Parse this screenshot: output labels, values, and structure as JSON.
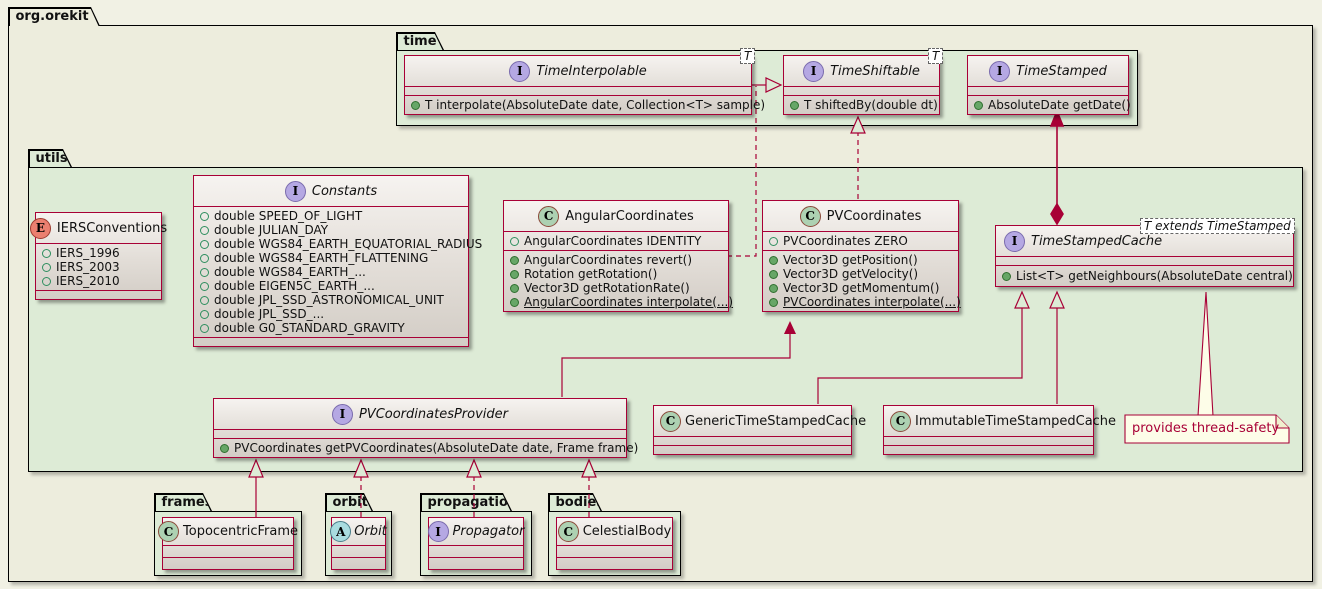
{
  "root": {
    "label": "org.orekit"
  },
  "packages": {
    "time": {
      "label": "time"
    },
    "utils": {
      "label": "utils"
    },
    "frames": {
      "label": "frames"
    },
    "orbits": {
      "label": "orbits"
    },
    "propagation": {
      "label": "propagation"
    },
    "bodies": {
      "label": "bodies"
    }
  },
  "classes": {
    "timeInterpolable": {
      "letter": "I",
      "name": "TimeInterpolable",
      "generic": "T",
      "methods": [
        "T interpolate(AbsoluteDate date, Collection<T> sample)"
      ]
    },
    "timeShiftable": {
      "letter": "I",
      "name": "TimeShiftable",
      "generic": "T",
      "methods": [
        "T shiftedBy(double dt)"
      ]
    },
    "timeStamped": {
      "letter": "I",
      "name": "TimeStamped",
      "methods": [
        "AbsoluteDate getDate()"
      ]
    },
    "iersConventions": {
      "letter": "E",
      "name": "IERSConventions",
      "fields": [
        "IERS_1996",
        "IERS_2003",
        "IERS_2010"
      ]
    },
    "constants": {
      "letter": "I",
      "name": "Constants",
      "fields": [
        "double SPEED_OF_LIGHT",
        "double JULIAN_DAY",
        "double WGS84_EARTH_EQUATORIAL_RADIUS",
        "double WGS84_EARTH_FLATTENING",
        "double WGS84_EARTH_...",
        "double EIGEN5C_EARTH_...",
        "double JPL_SSD_ASTRONOMICAL_UNIT",
        "double JPL_SSD_...",
        "double G0_STANDARD_GRAVITY"
      ]
    },
    "angularCoordinates": {
      "letter": "C",
      "name": "AngularCoordinates",
      "fields": [
        "AngularCoordinates IDENTITY"
      ],
      "methods": [
        "AngularCoordinates revert()",
        "Rotation getRotation()",
        "Vector3D getRotationRate()",
        "AngularCoordinates interpolate(...)"
      ]
    },
    "pvCoordinates": {
      "letter": "C",
      "name": "PVCoordinates",
      "fields": [
        "PVCoordinates ZERO"
      ],
      "methods": [
        "Vector3D getPosition()",
        "Vector3D getVelocity()",
        "Vector3D getMomentum()",
        "PVCoordinates interpolate(...)"
      ]
    },
    "timeStampedCache": {
      "letter": "I",
      "name": "TimeStampedCache",
      "generic": "T extends TimeStamped",
      "methods": [
        "List<T> getNeighbours(AbsoluteDate central)"
      ]
    },
    "pvCoordinatesProvider": {
      "letter": "I",
      "name": "PVCoordinatesProvider",
      "methods": [
        "PVCoordinates getPVCoordinates(AbsoluteDate date, Frame frame)"
      ]
    },
    "genericTimeStampedCache": {
      "letter": "C",
      "name": "GenericTimeStampedCache"
    },
    "immutableTimeStampedCache": {
      "letter": "C",
      "name": "ImmutableTimeStampedCache"
    },
    "topocentricFrame": {
      "letter": "C",
      "name": "TopocentricFrame"
    },
    "orbit": {
      "letter": "A",
      "name": "Orbit"
    },
    "propagator": {
      "letter": "I",
      "name": "Propagator"
    },
    "celestialBody": {
      "letter": "C",
      "name": "CelestialBody"
    }
  },
  "note": {
    "text": "provides thread-safety"
  },
  "colors": {
    "line": "#A80036",
    "package_fill": "#DDEBD6",
    "canvas": "#EDEDDD",
    "note_fill": "#FDFDE8",
    "interface_spot": "#B5A8E3",
    "class_spot": "#ADD1B2",
    "enum_spot": "#EB8070",
    "abstract_spot": "#A9DCDF"
  }
}
